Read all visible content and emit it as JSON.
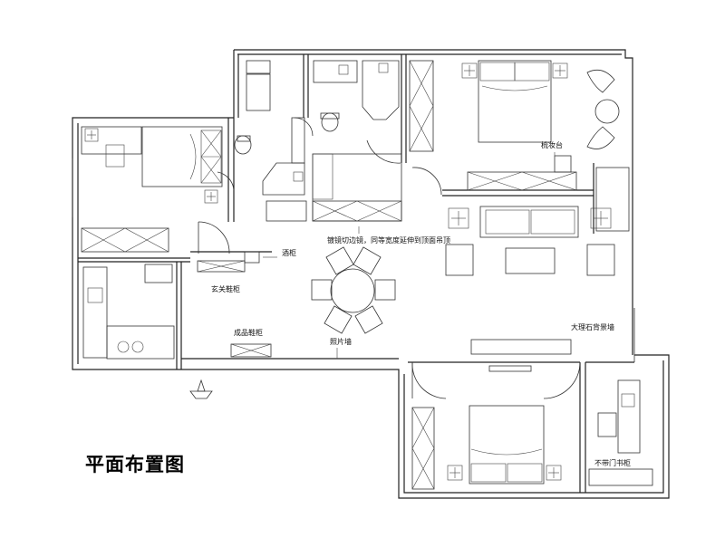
{
  "plan": {
    "title": "平面布置图",
    "labels": {
      "dressing_table": "梳妆台",
      "mirror_note": "镀镜切边镜，同等宽度延伸到顶面吊顶",
      "wine_cabinet": "酒柜",
      "foyer_cabinet": "玄关鞋柜",
      "shoe_cabinet": "成品鞋柜",
      "photo_wall": "照片墙",
      "marble_wall": "大理石背景墙",
      "bookcase": "不带门书柜"
    }
  }
}
